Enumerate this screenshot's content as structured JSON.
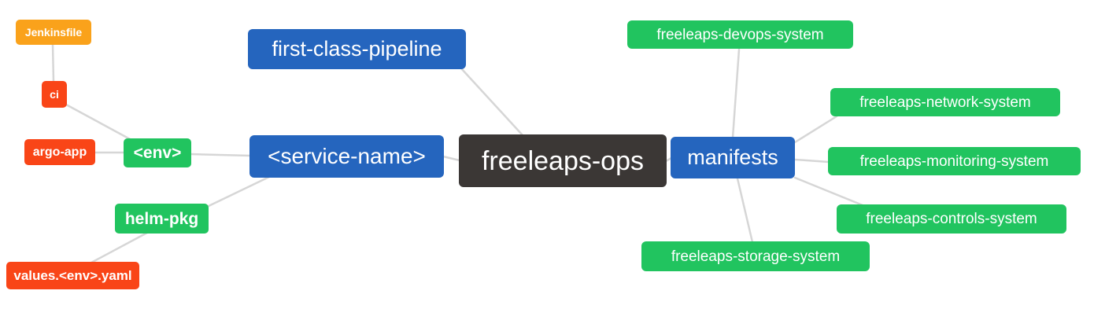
{
  "diagram": {
    "type": "mindmap",
    "root_label": "freeleaps-ops",
    "colors": {
      "amber": "#faa21b",
      "red_orange": "#f94517",
      "green": "#21c45f",
      "blue": "#2565be",
      "dark": "#3b3735",
      "edge_line": "#d6d6d6",
      "node_text": "#ffffff",
      "background": "#ffffff"
    },
    "nodes": [
      {
        "id": "jenkinsfile",
        "label": "Jenkinsfile",
        "color": "amber"
      },
      {
        "id": "ci",
        "label": "ci",
        "color": "red_orange"
      },
      {
        "id": "argo-app",
        "label": "argo-app",
        "color": "red_orange"
      },
      {
        "id": "env",
        "label": "<env>",
        "color": "green"
      },
      {
        "id": "helm-pkg",
        "label": "helm-pkg",
        "color": "green"
      },
      {
        "id": "values-env-yaml",
        "label": "values.<env>.yaml",
        "color": "red_orange"
      },
      {
        "id": "first-class-pipeline",
        "label": "first-class-pipeline",
        "color": "blue"
      },
      {
        "id": "service-name",
        "label": "<service-name>",
        "color": "blue"
      },
      {
        "id": "freeleaps-ops",
        "label": "freeleaps-ops",
        "color": "dark"
      },
      {
        "id": "manifests",
        "label": "manifests",
        "color": "blue"
      },
      {
        "id": "freeleaps-devops-system",
        "label": "freeleaps-devops-system",
        "color": "green"
      },
      {
        "id": "freeleaps-network-system",
        "label": "freeleaps-network-system",
        "color": "green"
      },
      {
        "id": "freeleaps-monitoring-system",
        "label": "freeleaps-monitoring-system",
        "color": "green"
      },
      {
        "id": "freeleaps-controls-system",
        "label": "freeleaps-controls-system",
        "color": "green"
      },
      {
        "id": "freeleaps-storage-system",
        "label": "freeleaps-storage-system",
        "color": "green"
      }
    ],
    "edges": [
      [
        "jenkinsfile",
        "ci"
      ],
      [
        "ci",
        "env"
      ],
      [
        "argo-app",
        "env"
      ],
      [
        "env",
        "service-name"
      ],
      [
        "helm-pkg",
        "service-name"
      ],
      [
        "values-env-yaml",
        "helm-pkg"
      ],
      [
        "first-class-pipeline",
        "freeleaps-ops"
      ],
      [
        "service-name",
        "freeleaps-ops"
      ],
      [
        "freeleaps-ops",
        "manifests"
      ],
      [
        "manifests",
        "freeleaps-devops-system"
      ],
      [
        "manifests",
        "freeleaps-network-system"
      ],
      [
        "manifests",
        "freeleaps-monitoring-system"
      ],
      [
        "manifests",
        "freeleaps-controls-system"
      ],
      [
        "manifests",
        "freeleaps-storage-system"
      ]
    ]
  }
}
